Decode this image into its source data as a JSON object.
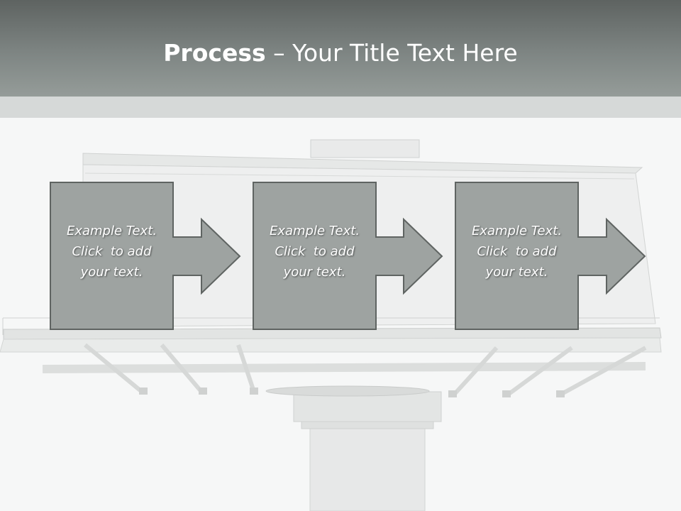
{
  "title": {
    "bold": "Process",
    "rest": " – Your Title Text Here"
  },
  "steps": [
    {
      "line1": "Example Text.",
      "line2": "Click  to add",
      "line3": "your text."
    },
    {
      "line1": "Example Text.",
      "line2": "Click  to add",
      "line3": "your text."
    },
    {
      "line1": "Example Text.",
      "line2": "Click  to add",
      "line3": "your text."
    }
  ],
  "colors": {
    "box_fill": "#9ea3a1",
    "box_stroke": "#5f6462",
    "header": "#6e7472",
    "band": "#d6d9d8"
  }
}
